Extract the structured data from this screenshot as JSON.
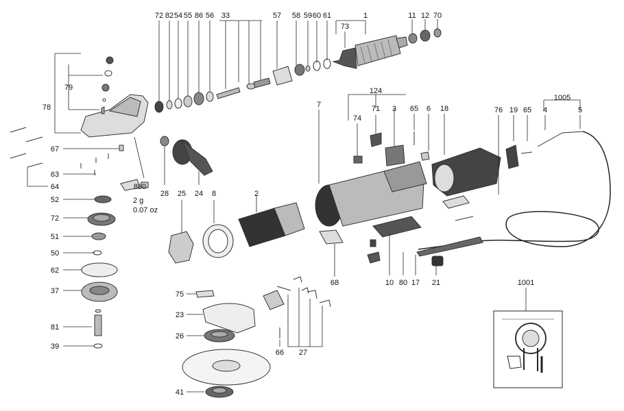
{
  "title": "",
  "labels": {
    "l1": "1",
    "l2": "2",
    "l3": "3",
    "l4": "4",
    "l5": "5",
    "l6": "6",
    "l7": "7",
    "l8": "8",
    "l10": "10",
    "l11": "11",
    "l12": "12",
    "l17": "17",
    "l18": "18",
    "l19": "19",
    "l21": "21",
    "l23": "23",
    "l24": "24",
    "l25": "25",
    "l26": "26",
    "l27": "27",
    "l28": "28",
    "l33": "33",
    "l37": "37",
    "l39": "39",
    "l41": "41",
    "l50": "50",
    "l51": "51",
    "l52": "52",
    "l54": "54",
    "l55": "55",
    "l56": "56",
    "l57": "57",
    "l58": "58",
    "l59": "59",
    "l60": "60",
    "l61": "61",
    "l62": "62",
    "l63": "63",
    "l64": "64",
    "l65a": "65",
    "l65b": "65",
    "l66": "66",
    "l67": "67",
    "l68": "68",
    "l70": "70",
    "l71": "71",
    "l72a": "72",
    "l72b": "72",
    "l73": "73",
    "l74": "74",
    "l75": "75",
    "l76": "76",
    "l78": "78",
    "l79": "79",
    "l80": "80",
    "l81": "81",
    "l82": "82",
    "l86": "86",
    "l124": "124",
    "l880": "880",
    "l1001": "1001",
    "l1005": "1005"
  },
  "notes": {
    "weight_g": "2 g",
    "weight_oz": "0.07 oz"
  },
  "colors": {
    "line": "#222222",
    "part_fill": "#cfcfcf",
    "dark_fill": "#3a3a3a",
    "light_fill": "#e8e8e8"
  }
}
